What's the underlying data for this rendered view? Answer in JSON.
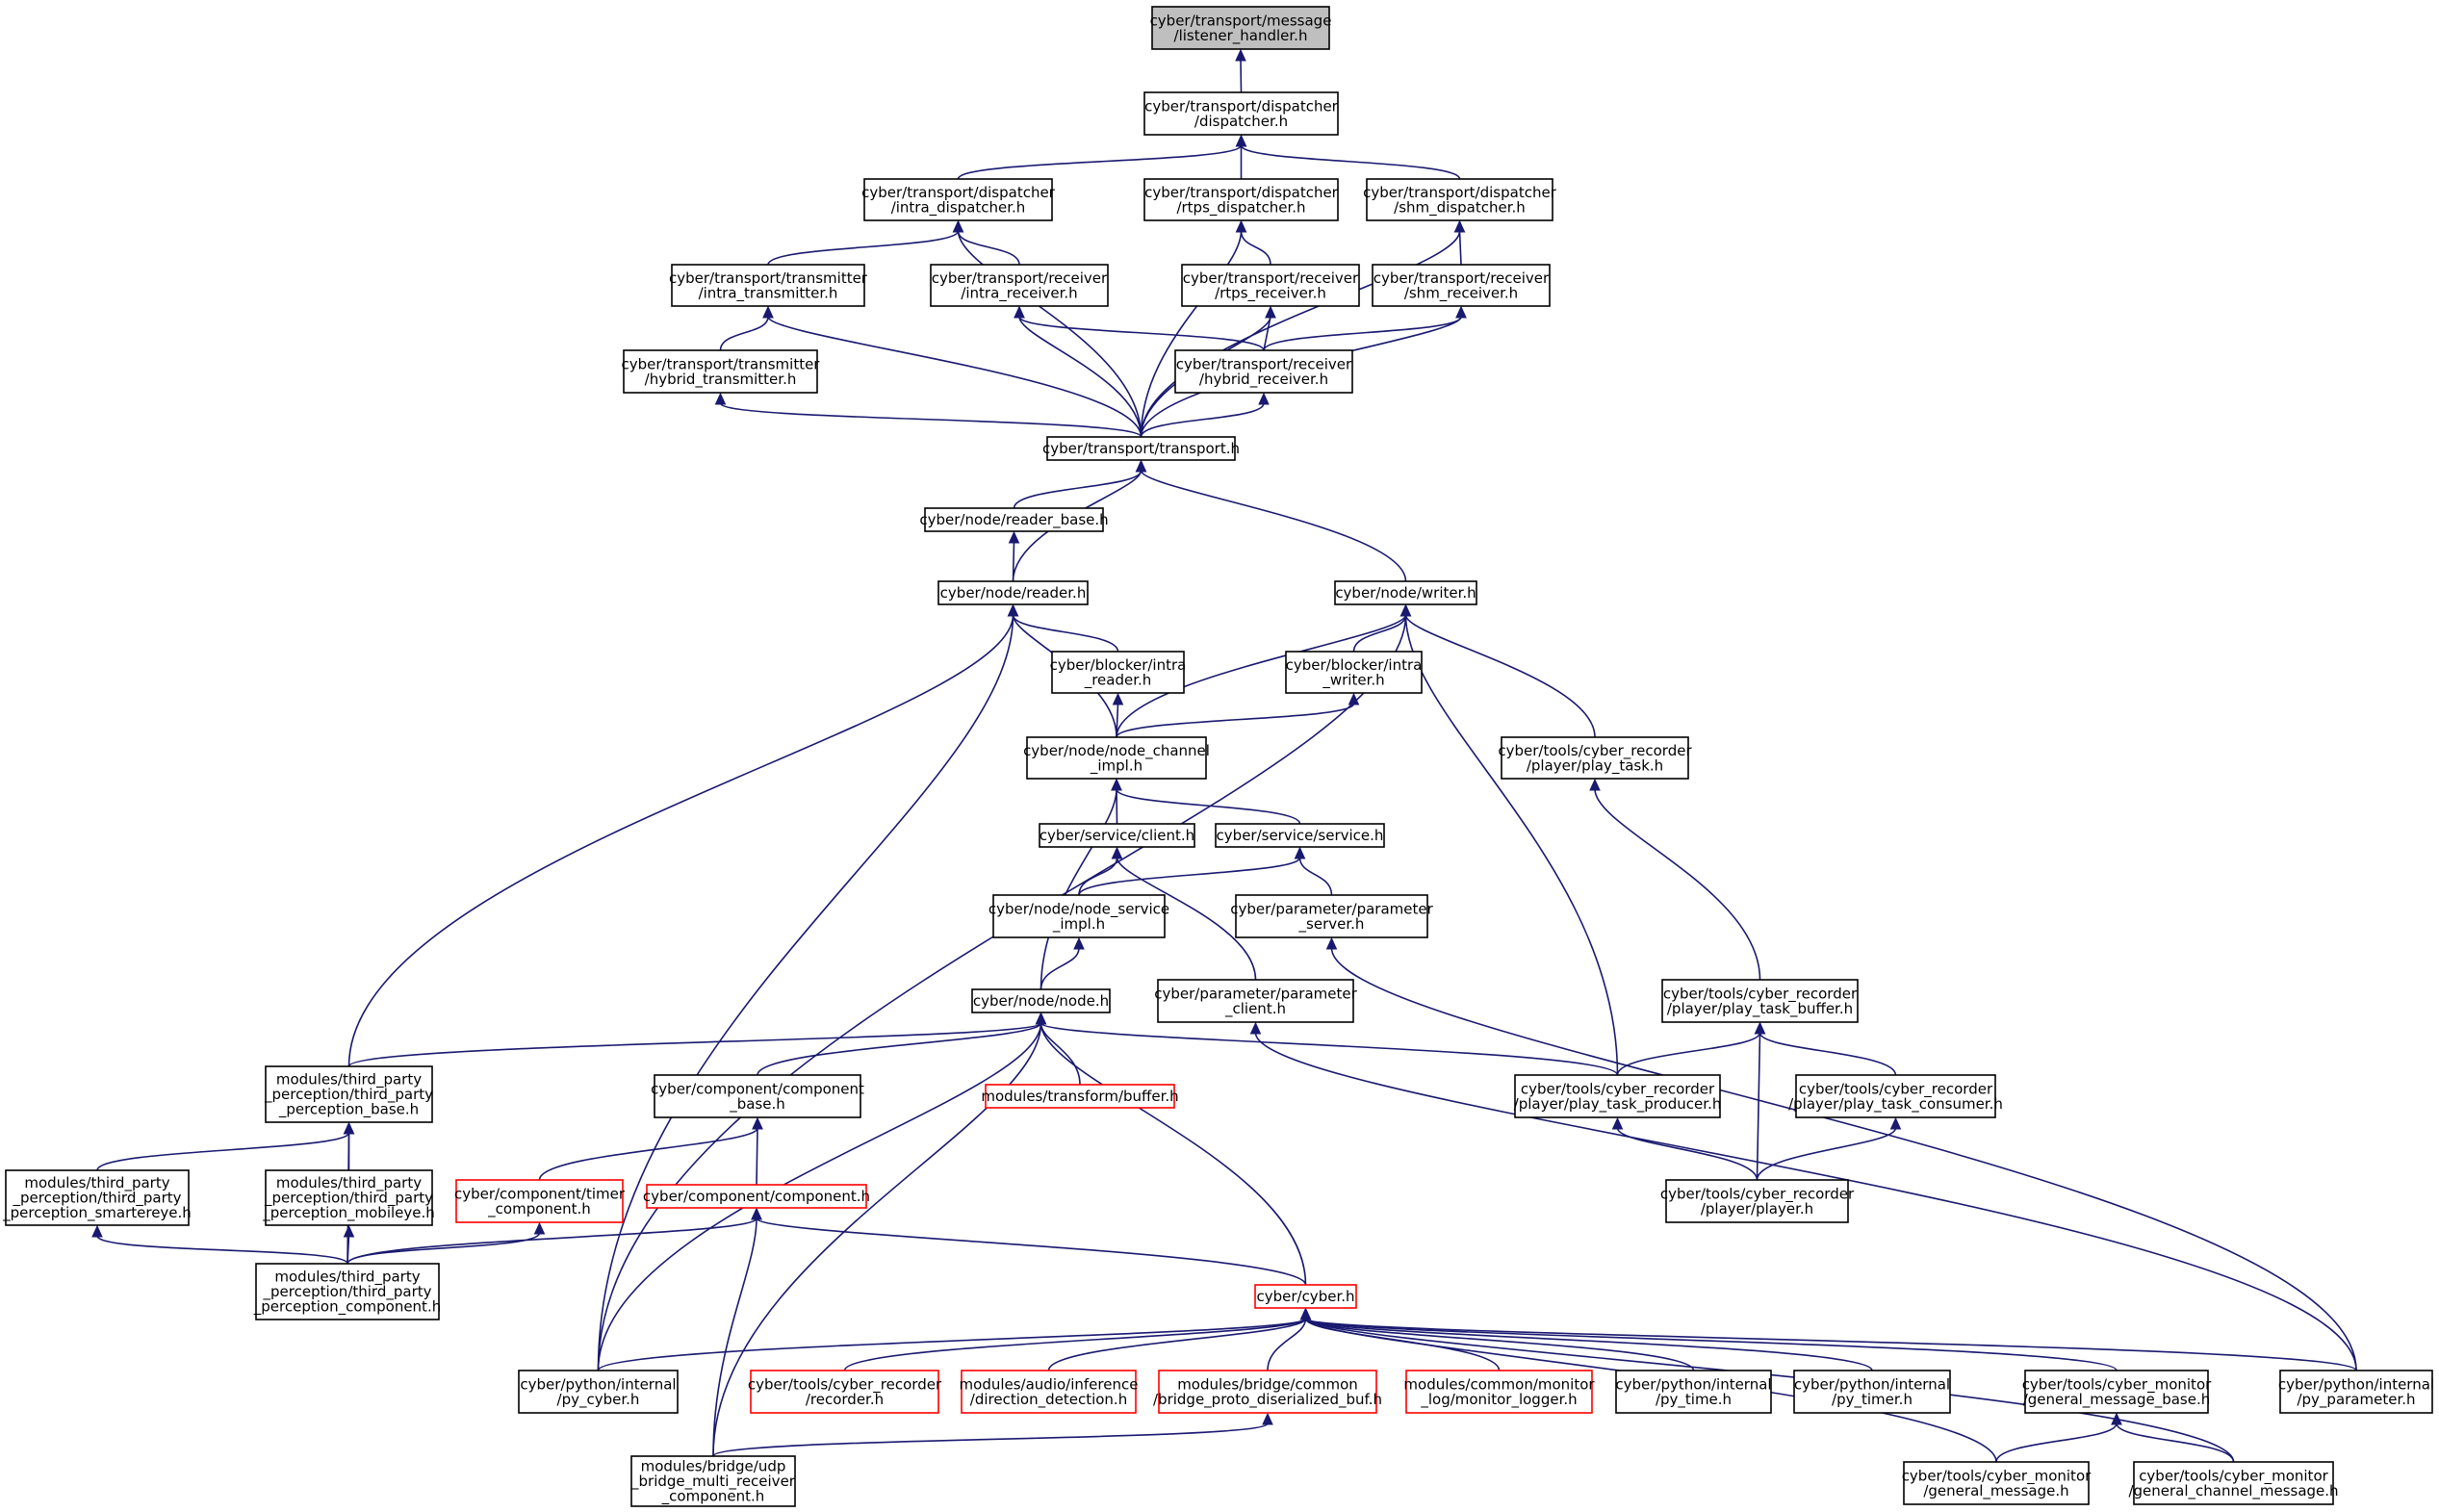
{
  "nodes": [
    {
      "id": "lh",
      "lines": [
        "cyber/transport/message",
        "/listener_handler.h"
      ],
      "style": "grey"
    },
    {
      "id": "disp",
      "lines": [
        "cyber/transport/dispatcher",
        "/dispatcher.h"
      ]
    },
    {
      "id": "intra_d",
      "lines": [
        "cyber/transport/dispatcher",
        "/intra_dispatcher.h"
      ]
    },
    {
      "id": "rtps_d",
      "lines": [
        "cyber/transport/dispatcher",
        "/rtps_dispatcher.h"
      ]
    },
    {
      "id": "shm_d",
      "lines": [
        "cyber/transport/dispatcher",
        "/shm_dispatcher.h"
      ]
    },
    {
      "id": "intra_t",
      "lines": [
        "cyber/transport/transmitter",
        "/intra_transmitter.h"
      ]
    },
    {
      "id": "intra_r",
      "lines": [
        "cyber/transport/receiver",
        "/intra_receiver.h"
      ]
    },
    {
      "id": "rtps_r",
      "lines": [
        "cyber/transport/receiver",
        "/rtps_receiver.h"
      ]
    },
    {
      "id": "shm_r",
      "lines": [
        "cyber/transport/receiver",
        "/shm_receiver.h"
      ]
    },
    {
      "id": "hyb_t",
      "lines": [
        "cyber/transport/transmitter",
        "/hybrid_transmitter.h"
      ]
    },
    {
      "id": "hyb_r",
      "lines": [
        "cyber/transport/receiver",
        "/hybrid_receiver.h"
      ]
    },
    {
      "id": "transport",
      "lines": [
        "cyber/transport/transport.h"
      ]
    },
    {
      "id": "reader_base",
      "lines": [
        "cyber/node/reader_base.h"
      ]
    },
    {
      "id": "reader",
      "lines": [
        "cyber/node/reader.h"
      ]
    },
    {
      "id": "writer",
      "lines": [
        "cyber/node/writer.h"
      ]
    },
    {
      "id": "blk_reader",
      "lines": [
        "cyber/blocker/intra",
        "_reader.h"
      ]
    },
    {
      "id": "blk_writer",
      "lines": [
        "cyber/blocker/intra",
        "_writer.h"
      ]
    },
    {
      "id": "play_task",
      "lines": [
        "cyber/tools/cyber_recorder",
        "/player/play_task.h"
      ]
    },
    {
      "id": "nci",
      "lines": [
        "cyber/node/node_channel",
        "_impl.h"
      ]
    },
    {
      "id": "client",
      "lines": [
        "cyber/service/client.h"
      ]
    },
    {
      "id": "service",
      "lines": [
        "cyber/service/service.h"
      ]
    },
    {
      "id": "nsi",
      "lines": [
        "cyber/node/node_service",
        "_impl.h"
      ]
    },
    {
      "id": "param_server",
      "lines": [
        "cyber/parameter/parameter",
        "_server.h"
      ]
    },
    {
      "id": "node",
      "lines": [
        "cyber/node/node.h"
      ]
    },
    {
      "id": "param_client",
      "lines": [
        "cyber/parameter/parameter",
        "_client.h"
      ]
    },
    {
      "id": "ptb",
      "lines": [
        "cyber/tools/cyber_recorder",
        "/player/play_task_buffer.h"
      ]
    },
    {
      "id": "tpb",
      "lines": [
        "modules/third_party",
        "_perception/third_party",
        "_perception_base.h"
      ]
    },
    {
      "id": "comp_base",
      "lines": [
        "cyber/component/component",
        "_base.h"
      ]
    },
    {
      "id": "tf_buffer",
      "lines": [
        "modules/transform/buffer.h"
      ],
      "style": "red"
    },
    {
      "id": "ptp",
      "lines": [
        "cyber/tools/cyber_recorder",
        "/player/play_task_producer.h"
      ]
    },
    {
      "id": "ptc",
      "lines": [
        "cyber/tools/cyber_recorder",
        "/player/play_task_consumer.h"
      ]
    },
    {
      "id": "smartereye",
      "lines": [
        "modules/third_party",
        "_perception/third_party",
        "_perception_smartereye.h"
      ]
    },
    {
      "id": "mobileye",
      "lines": [
        "modules/third_party",
        "_perception/third_party",
        "_perception_mobileye.h"
      ]
    },
    {
      "id": "timer_comp",
      "lines": [
        "cyber/component/timer",
        "_component.h"
      ],
      "style": "red"
    },
    {
      "id": "component",
      "lines": [
        "cyber/component/component.h"
      ],
      "style": "red"
    },
    {
      "id": "player",
      "lines": [
        "cyber/tools/cyber_recorder",
        "/player/player.h"
      ]
    },
    {
      "id": "tpc",
      "lines": [
        "modules/third_party",
        "_perception/third_party",
        "_perception_component.h"
      ]
    },
    {
      "id": "cyber",
      "lines": [
        "cyber/cyber.h"
      ],
      "style": "red"
    },
    {
      "id": "py_cyber",
      "lines": [
        "cyber/python/internal",
        "/py_cyber.h"
      ]
    },
    {
      "id": "recorder",
      "lines": [
        "cyber/tools/cyber_recorder",
        "/recorder.h"
      ],
      "style": "red"
    },
    {
      "id": "dir_det",
      "lines": [
        "modules/audio/inference",
        "/direction_detection.h"
      ],
      "style": "red"
    },
    {
      "id": "bridge_buf",
      "lines": [
        "modules/bridge/common",
        "/bridge_proto_diserialized_buf.h"
      ],
      "style": "red"
    },
    {
      "id": "monitor_log",
      "lines": [
        "modules/common/monitor",
        "_log/monitor_logger.h"
      ],
      "style": "red"
    },
    {
      "id": "py_time",
      "lines": [
        "cyber/python/internal",
        "/py_time.h"
      ]
    },
    {
      "id": "py_timer",
      "lines": [
        "cyber/python/internal",
        "/py_timer.h"
      ]
    },
    {
      "id": "gmb",
      "lines": [
        "cyber/tools/cyber_monitor",
        "/general_message_base.h"
      ]
    },
    {
      "id": "py_param",
      "lines": [
        "cyber/python/internal",
        "/py_parameter.h"
      ]
    },
    {
      "id": "udp",
      "lines": [
        "modules/bridge/udp",
        "_bridge_multi_receiver",
        "_component.h"
      ]
    },
    {
      "id": "gm",
      "lines": [
        "cyber/tools/cyber_monitor",
        "/general_message.h"
      ]
    },
    {
      "id": "gcm",
      "lines": [
        "cyber/tools/cyber_monitor",
        "/general_channel_message.h"
      ]
    }
  ],
  "edges": [
    [
      "disp",
      "lh"
    ],
    [
      "intra_d",
      "disp"
    ],
    [
      "rtps_d",
      "disp"
    ],
    [
      "shm_d",
      "disp"
    ],
    [
      "intra_t",
      "intra_d"
    ],
    [
      "intra_r",
      "intra_d"
    ],
    [
      "transport",
      "intra_d"
    ],
    [
      "rtps_r",
      "rtps_d"
    ],
    [
      "transport",
      "rtps_d"
    ],
    [
      "shm_r",
      "shm_d"
    ],
    [
      "transport",
      "shm_d"
    ],
    [
      "hyb_t",
      "intra_t"
    ],
    [
      "transport",
      "intra_t"
    ],
    [
      "hyb_r",
      "intra_r"
    ],
    [
      "transport",
      "intra_r"
    ],
    [
      "hyb_r",
      "rtps_r"
    ],
    [
      "transport",
      "rtps_r"
    ],
    [
      "hyb_r",
      "shm_r"
    ],
    [
      "transport",
      "shm_r"
    ],
    [
      "transport",
      "hyb_t"
    ],
    [
      "transport",
      "hyb_r"
    ],
    [
      "reader_base",
      "transport"
    ],
    [
      "reader",
      "transport"
    ],
    [
      "writer",
      "transport"
    ],
    [
      "reader",
      "reader_base"
    ],
    [
      "blk_reader",
      "reader"
    ],
    [
      "nci",
      "reader"
    ],
    [
      "tpb",
      "reader"
    ],
    [
      "py_cyber",
      "reader"
    ],
    [
      "blk_writer",
      "writer"
    ],
    [
      "nci",
      "writer"
    ],
    [
      "play_task",
      "writer"
    ],
    [
      "ptp",
      "writer"
    ],
    [
      "py_cyber",
      "writer"
    ],
    [
      "nci",
      "blk_reader"
    ],
    [
      "nci",
      "blk_writer"
    ],
    [
      "ptb",
      "play_task"
    ],
    [
      "client",
      "nci"
    ],
    [
      "service",
      "nci"
    ],
    [
      "node",
      "nci"
    ],
    [
      "nsi",
      "client"
    ],
    [
      "param_client",
      "client"
    ],
    [
      "nsi",
      "service"
    ],
    [
      "param_server",
      "service"
    ],
    [
      "node",
      "nsi"
    ],
    [
      "py_param",
      "param_server"
    ],
    [
      "tpb",
      "node"
    ],
    [
      "comp_base",
      "node"
    ],
    [
      "tf_buffer",
      "node"
    ],
    [
      "ptp",
      "node"
    ],
    [
      "cyber",
      "node"
    ],
    [
      "py_cyber",
      "node"
    ],
    [
      "udp",
      "node"
    ],
    [
      "py_param",
      "param_client"
    ],
    [
      "ptp",
      "ptb"
    ],
    [
      "ptc",
      "ptb"
    ],
    [
      "player",
      "ptb"
    ],
    [
      "smartereye",
      "tpb"
    ],
    [
      "mobileye",
      "tpb"
    ],
    [
      "tpc",
      "tpb"
    ],
    [
      "timer_comp",
      "comp_base"
    ],
    [
      "component",
      "comp_base"
    ],
    [
      "player",
      "ptp"
    ],
    [
      "player",
      "ptc"
    ],
    [
      "tpc",
      "smartereye"
    ],
    [
      "tpc",
      "mobileye"
    ],
    [
      "tpc",
      "timer_comp"
    ],
    [
      "tpc",
      "component"
    ],
    [
      "cyber",
      "component"
    ],
    [
      "udp",
      "component"
    ],
    [
      "py_cyber",
      "cyber"
    ],
    [
      "recorder",
      "cyber"
    ],
    [
      "dir_det",
      "cyber"
    ],
    [
      "bridge_buf",
      "cyber"
    ],
    [
      "monitor_log",
      "cyber"
    ],
    [
      "py_time",
      "cyber"
    ],
    [
      "py_timer",
      "cyber"
    ],
    [
      "gmb",
      "cyber"
    ],
    [
      "py_param",
      "cyber"
    ],
    [
      "gm",
      "cyber"
    ],
    [
      "gcm",
      "cyber"
    ],
    [
      "gm",
      "gmb"
    ],
    [
      "gcm",
      "gmb"
    ],
    [
      "udp",
      "bridge_buf"
    ]
  ]
}
